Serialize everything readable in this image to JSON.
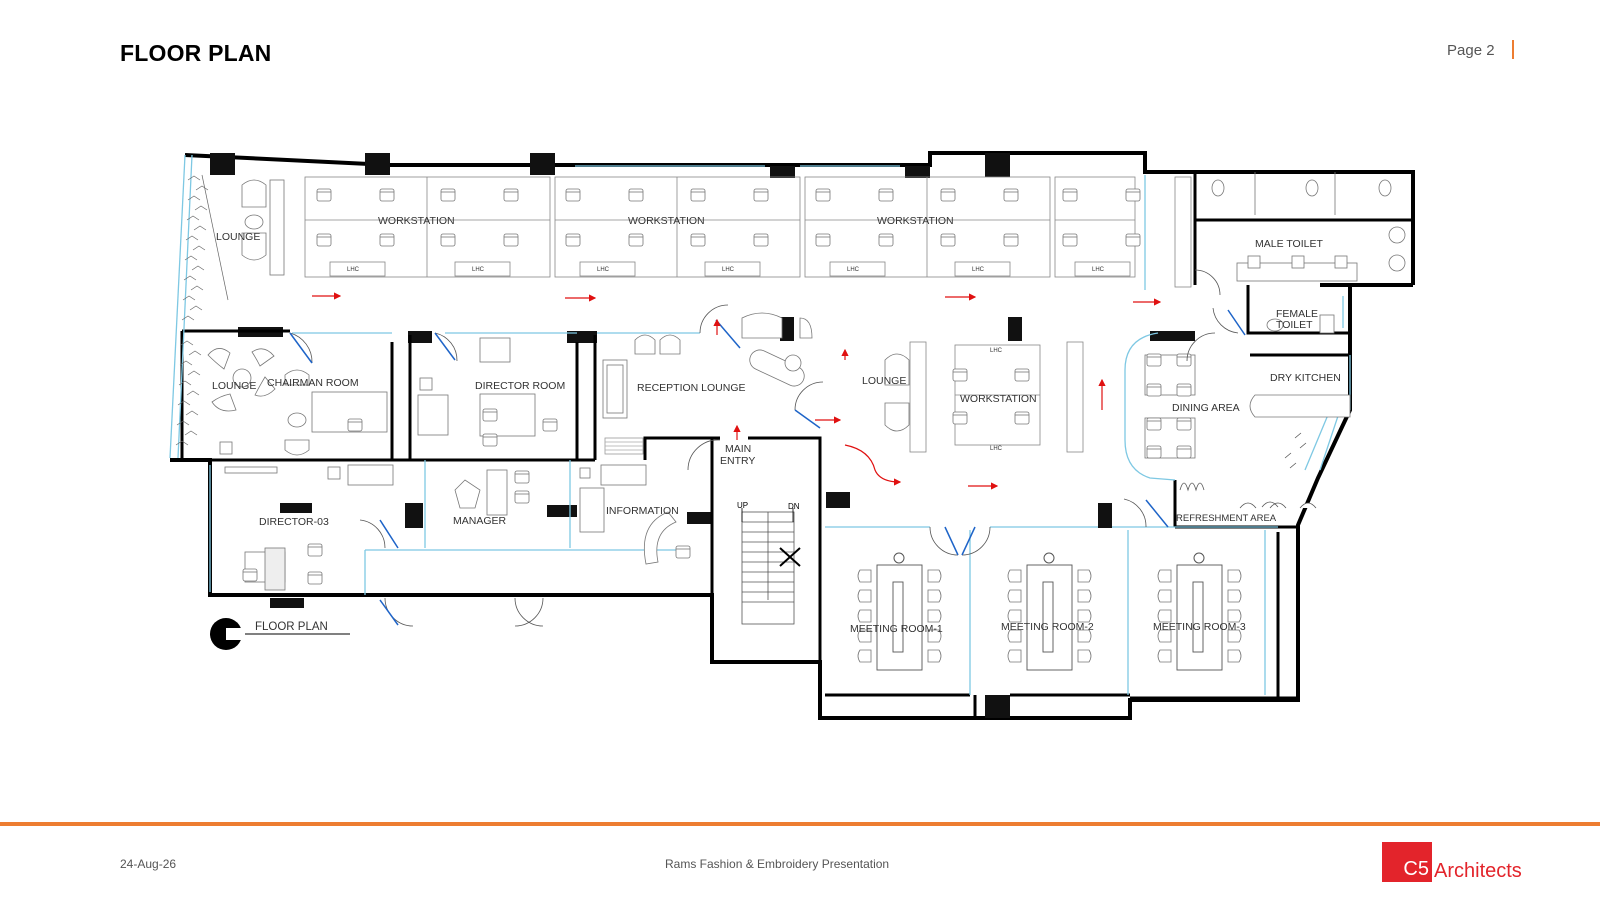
{
  "slide": {
    "title": "FLOOR PLAN",
    "page": "Page 2"
  },
  "rooms": {
    "workstation_1": "WORKSTATION",
    "workstation_2": "WORKSTATION",
    "workstation_3": "WORKSTATION",
    "workstation_4": "WORKSTATION",
    "lounge_top": "LOUNGE",
    "lounge_left": "LOUNGE",
    "lounge_center": "LOUNGE",
    "chairman_room": "CHAIRMAN ROOM",
    "director_room": "DIRECTOR ROOM",
    "reception_lounge": "RECEPTION LOUNGE",
    "male_toilet": "MALE TOILET",
    "female_toilet_1": "FEMALE",
    "female_toilet_2": "TOILET",
    "dry_kitchen": "DRY KITCHEN",
    "dining_area": "DINING AREA",
    "refreshment_area": "REFRESHMENT AREA",
    "main_entry_1": "MAIN",
    "main_entry_2": "ENTRY",
    "director_03": "DIRECTOR-03",
    "manager": "MANAGER",
    "information": "INFORMATION",
    "meeting_room_1": "MEETING ROOM-1",
    "meeting_room_2": "MEETING ROOM-2",
    "meeting_room_3": "MEETING ROOM-3",
    "stair_up": "UP",
    "stair_dn": "DN",
    "lhc": "LHC"
  },
  "plan_caption": "FLOOR PLAN",
  "footer": {
    "date": "24-Aug-26",
    "presentation": "Rams Fashion & Embroidery Presentation",
    "logo_mark": "C5",
    "logo_text": "Architects"
  },
  "colors": {
    "accent": "#ED7D31",
    "logo_red": "#E3242B",
    "wall": "#000000",
    "glass": "#7EC8E3",
    "door_swing": "#1E64C8",
    "arrow": "#E01010"
  }
}
